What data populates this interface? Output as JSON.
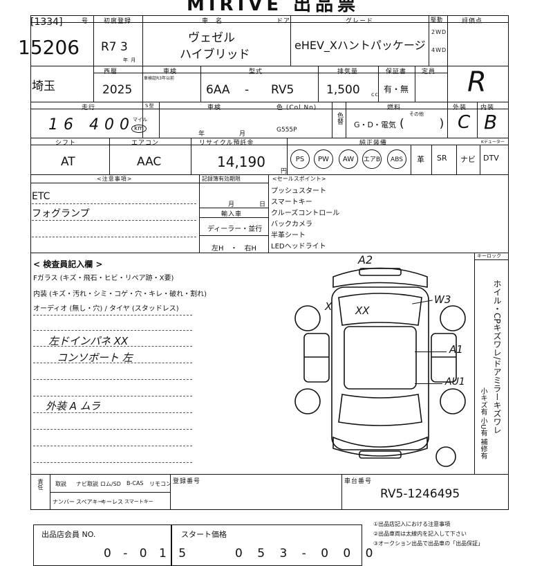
{
  "header": {
    "title": "MIRIVE 出品票"
  },
  "lot": {
    "no_label": "号",
    "lot_bracket": "[1334]",
    "lot_number": "15206"
  },
  "reg": {
    "label": "初度登録",
    "value": "R7  3",
    "month_mark": "年 月"
  },
  "model": {
    "label": "車　名",
    "line1": "ヴェゼル",
    "line2": "ハイブリッド"
  },
  "door": {
    "label": "ドア"
  },
  "grade": {
    "label": "グレード",
    "value": "eHEV_Xハントパッケージ"
  },
  "drive": {
    "label": "駆動",
    "opt1": "2WD",
    "opt2": "4WD"
  },
  "score": {
    "label": "評価点",
    "value": "R"
  },
  "region": {
    "value": "埼玉"
  },
  "year": {
    "label": "西暦",
    "value": "2025"
  },
  "inspect": {
    "label": "車検",
    "sublabel": "車検証R3年以前"
  },
  "type": {
    "label": "型式",
    "value1": "6AA",
    "sep": "-",
    "value2": "RV5"
  },
  "cc": {
    "label": "排気量",
    "value": "1,500",
    "unit": "cc"
  },
  "warranty": {
    "label": "保証書",
    "value": "有・無"
  },
  "seat": {
    "label": "定員"
  },
  "mileage": {
    "label": "走行",
    "value": "16 400",
    "unit_top": "マイル",
    "unit_km": "km",
    "s_label": "S型"
  },
  "chassis": {
    "label": "車検"
  },
  "color": {
    "label": "色 (Col.No)",
    "value": "G555P",
    "year_mark": "年",
    "month_mark": "月",
    "colormark": "色替"
  },
  "fuel": {
    "label": "燃料",
    "value": "G・D・電気",
    "other": "その他",
    "paren": "(　　　)"
  },
  "exterior": {
    "label": "外装",
    "value": "C"
  },
  "interior": {
    "label": "内装",
    "value": "B"
  },
  "shift": {
    "label": "シフト",
    "value": "AT"
  },
  "ac": {
    "label": "エアコン",
    "value": "AAC"
  },
  "recycle": {
    "label": "リサイクル預託金",
    "value": "14,190",
    "unit": "円"
  },
  "equip": {
    "label": "純正装備",
    "items": [
      "PS",
      "PW",
      "AW",
      "エアB",
      "ABS"
    ],
    "plain": [
      "革",
      "SR",
      "ナビ",
      "DTV"
    ],
    "extra": "Kデューター"
  },
  "notes": {
    "label": "<注意事項>",
    "line1": "ETC",
    "line2": "フォグランプ"
  },
  "maint": {
    "label1": "記録簿有効期限",
    "month": "月",
    "date": "日",
    "import_label": "輸入車",
    "dealer": "ディーラー・並行",
    "hand": "左H　・　右H"
  },
  "sales": {
    "label": "<セールスポイント>",
    "items": [
      "プッシュスタート",
      "スマートキー",
      "クルーズコントロール",
      "バックカメラ",
      "半革シート",
      "LEDヘッドライト"
    ]
  },
  "inspector": {
    "label": "< 検査員記入欄 >",
    "line1": "Fガラス (キズ・飛石・ヒビ・リペア跡・X要)",
    "line2": "内装 (キズ・汚れ・シミ・コゲ・穴・キレ・破れ・割れ)",
    "line3": "オーディオ (無し・穴) / タイヤ (スタッドレス)",
    "hand1": "左ドインパネ XX",
    "hand2": "コンソボート 左",
    "hand3": "外装 A ムラ"
  },
  "diagram": {
    "heading": "キーロック",
    "marks": [
      "A2",
      "W3",
      "A1",
      "AU1",
      "XX",
      "X"
    ],
    "legend": "ホイル・CPキズワレ/ドアミラーキズワレ",
    "legend2": "小キズ有 小U有 補修有"
  },
  "bottom": {
    "col1": "責任",
    "items": [
      "取説",
      "ナビ取説",
      "ロム/SD",
      "B-CAS",
      "リモコン"
    ],
    "items2": [
      "ナンバー",
      "スペアキー",
      "キーレス",
      "スマートキー"
    ],
    "record_label": "登録番号",
    "frame_label": "車台番号",
    "frame_value": "RV5-1246495"
  },
  "footer": {
    "member_label": "出品店会員 NO.",
    "start_label": "スタート価格",
    "note1": "①出品店記入における注意事項",
    "note2": "②出品車両は太線内を記入して下さい",
    "note3": "③オークション出品で出品車の「出品保証」",
    "member_value": "0 - 0 1 5",
    "price_value": "0 5 3 - 0 0 0"
  }
}
